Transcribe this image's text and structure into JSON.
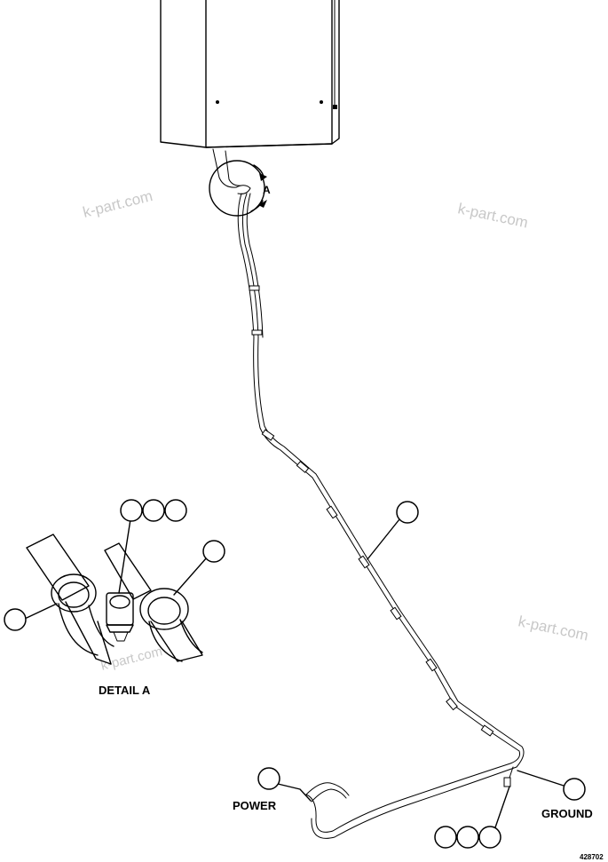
{
  "labels": {
    "detail_marker": "A",
    "detail_title": "DETAIL A",
    "power": "POWER",
    "ground": "GROUND",
    "figure_number": "428702"
  },
  "watermarks": [
    "k-part.com",
    "k-part.com",
    "k-part.com",
    "k-part.com"
  ]
}
